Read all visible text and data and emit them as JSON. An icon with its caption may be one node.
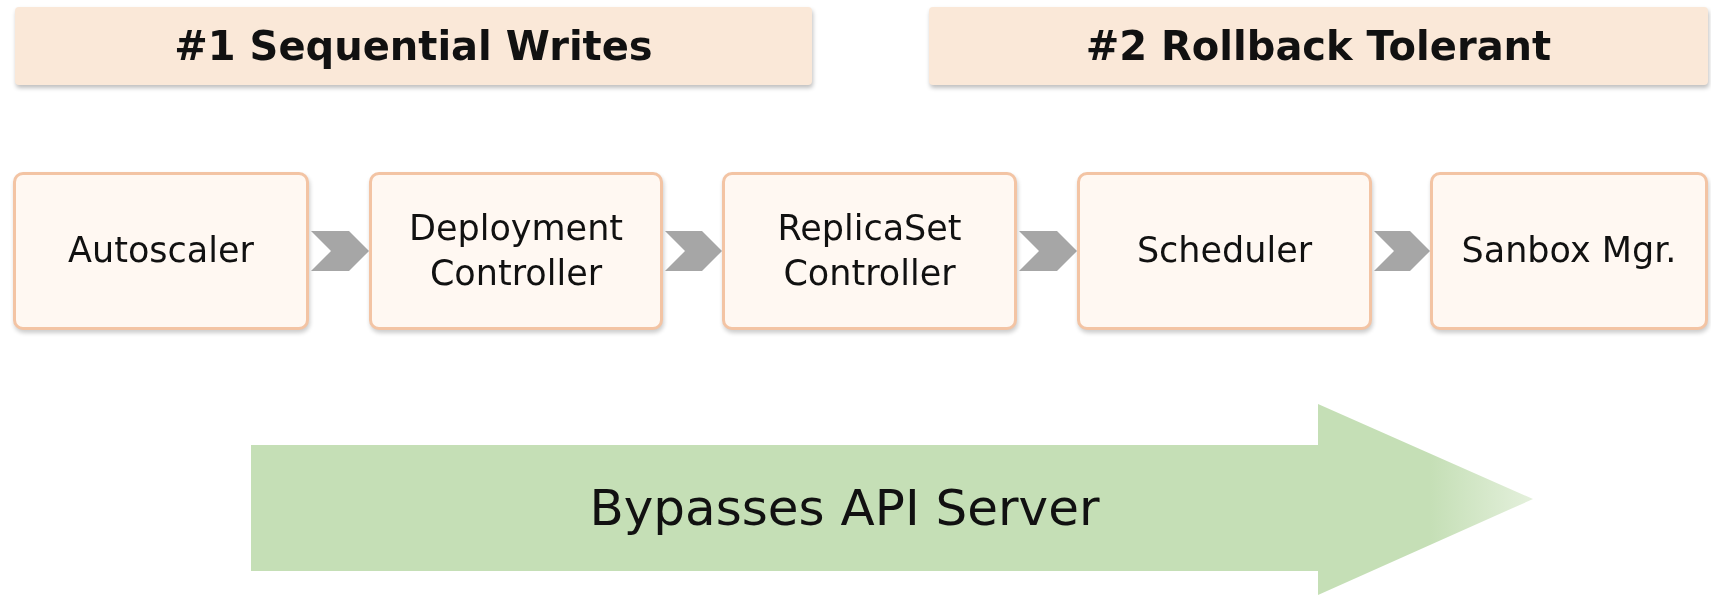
{
  "diagram": {
    "nodes": [
      {
        "text": [
          "#1 Sequential Writes"
        ]
      },
      {
        "text": [
          "#2 Rollback Tolerant"
        ]
      },
      {
        "text": [
          "Autoscaler"
        ]
      },
      {
        "text": [
          "Deployment Controller"
        ]
      },
      {
        "text": [
          "ReplicaSet Controller"
        ]
      },
      {
        "text": [
          "Scheduler"
        ]
      },
      {
        "text": [
          "Sanbox Mgr."
        ]
      },
      {
        "text": [
          "Bypasses API Server"
        ]
      }
    ],
    "edges": [
      {
        "from": 2,
        "to": 3,
        "arrow": "to"
      },
      {
        "from": 3,
        "to": 4,
        "arrow": "to"
      },
      {
        "from": 4,
        "to": 5,
        "arrow": "to"
      },
      {
        "from": 5,
        "to": 6,
        "arrow": "to"
      }
    ]
  }
}
